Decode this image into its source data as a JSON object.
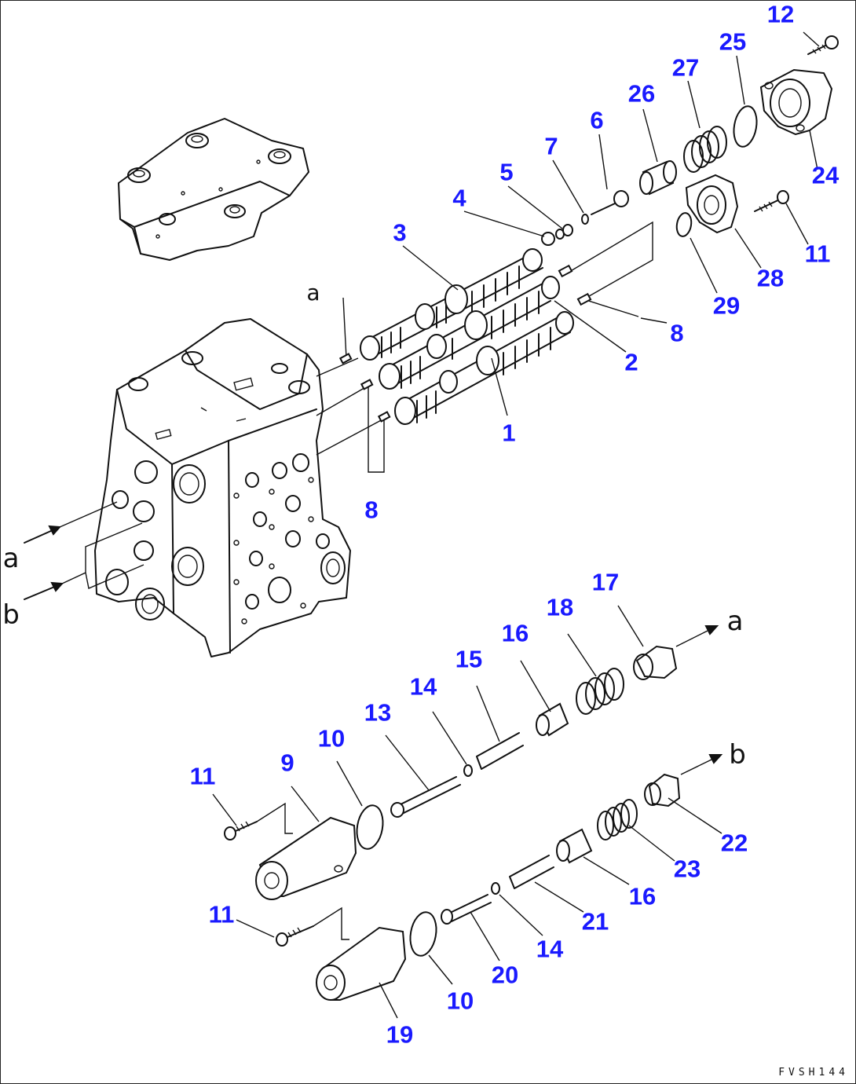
{
  "callouts": {
    "c12": "12",
    "c25": "25",
    "c27": "27",
    "c26": "26",
    "c6": "6",
    "c7": "7",
    "c5": "5",
    "c4": "4",
    "c3": "3",
    "c24": "24",
    "c11a": "11",
    "c28": "28",
    "c29": "29",
    "c8a": "8",
    "c2": "2",
    "c1": "1",
    "c8b": "8",
    "c17": "17",
    "c18": "18",
    "c16a": "16",
    "c15": "15",
    "c14a": "14",
    "c13": "13",
    "c10a": "10",
    "c9": "9",
    "c11b": "11",
    "c22": "22",
    "c23": "23",
    "c16b": "16",
    "c21": "21",
    "c11c": "11",
    "c14b": "14",
    "c20": "20",
    "c10b": "10",
    "c19": "19"
  },
  "ports": {
    "a_left": "a",
    "b_left": "b",
    "a_right": "a",
    "b_right": "b",
    "a_top": "a"
  },
  "drawing_code": "FVSH144",
  "colors": {
    "callout": "#1a1aff",
    "line": "#111111"
  }
}
